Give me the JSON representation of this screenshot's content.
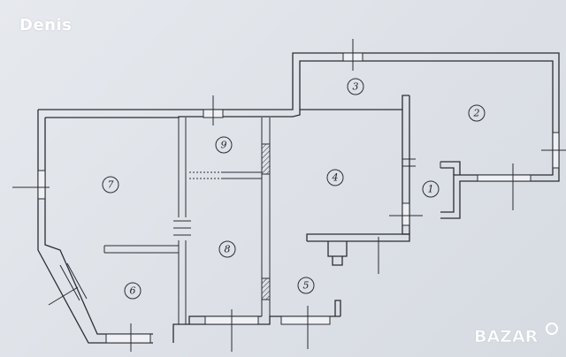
{
  "watermark": "Denis",
  "rooms": [
    {
      "id": "room-1",
      "label": "1"
    },
    {
      "id": "room-2",
      "label": "2"
    },
    {
      "id": "room-3",
      "label": "3"
    },
    {
      "id": "room-4",
      "label": "4"
    },
    {
      "id": "room-5",
      "label": "5"
    },
    {
      "id": "room-6",
      "label": "6"
    },
    {
      "id": "room-7",
      "label": "7"
    },
    {
      "id": "room-8",
      "label": "8"
    },
    {
      "id": "room-9",
      "label": "9"
    }
  ],
  "logo": {
    "text": "BAZAR"
  }
}
